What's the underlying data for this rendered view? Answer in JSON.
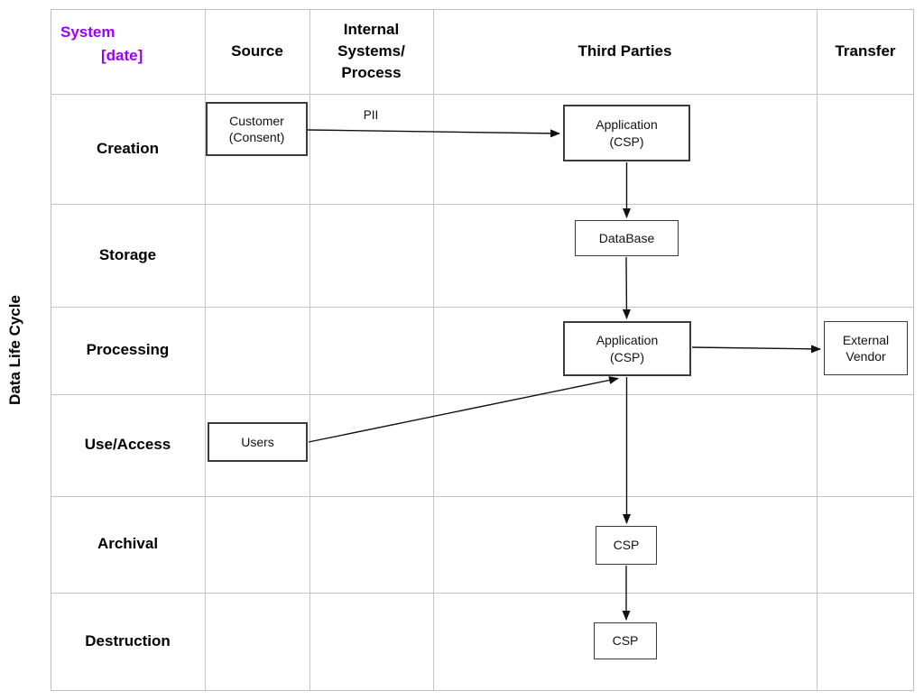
{
  "colors": {
    "accent_purple": "#9900ff",
    "grid_line": "#c4c4c8",
    "box_border": "#3b3b3b",
    "arrow": "#111111",
    "background": "#ffffff"
  },
  "header": {
    "system": [
      "System",
      "[date]"
    ],
    "source": "Source",
    "internal": [
      "Internal",
      "Systems/",
      "Process"
    ],
    "third_parties": "Third Parties",
    "transfer": "Transfer"
  },
  "life_cycle_label": "Data Life Cycle",
  "stages": [
    "Creation",
    "Storage",
    "Processing",
    "Use/Access",
    "Archival",
    "Destruction"
  ],
  "nodes": {
    "customer": [
      "Customer",
      "(Consent)"
    ],
    "application_creation": [
      "Application",
      "(CSP)"
    ],
    "database": [
      "DataBase"
    ],
    "application_processing": [
      "Application",
      "(CSP)"
    ],
    "external_vendor": [
      "External",
      "Vendor"
    ],
    "users": [
      "Users"
    ],
    "csp_archival": [
      "CSP"
    ],
    "csp_destruction": [
      "CSP"
    ]
  },
  "edges": {
    "pii_label": "PII"
  }
}
